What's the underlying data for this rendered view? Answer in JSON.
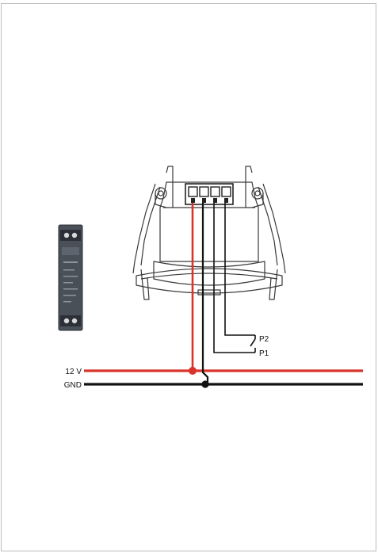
{
  "labels": {
    "v12": "12 V",
    "gnd": "GND",
    "p2": "P2",
    "p1": "P1"
  },
  "colors": {
    "positive_wire": "#d9342b",
    "ground_wire": "#111111",
    "device_outline": "#3a3a3a",
    "psu_body": "#4a5058"
  },
  "components": {
    "power_supply": "din-rail-power-supply",
    "sensor": "ceiling-presence-sensor",
    "terminal_block": "4-pole-terminal-block",
    "switch": "potential-free-contact-p1-p2"
  }
}
